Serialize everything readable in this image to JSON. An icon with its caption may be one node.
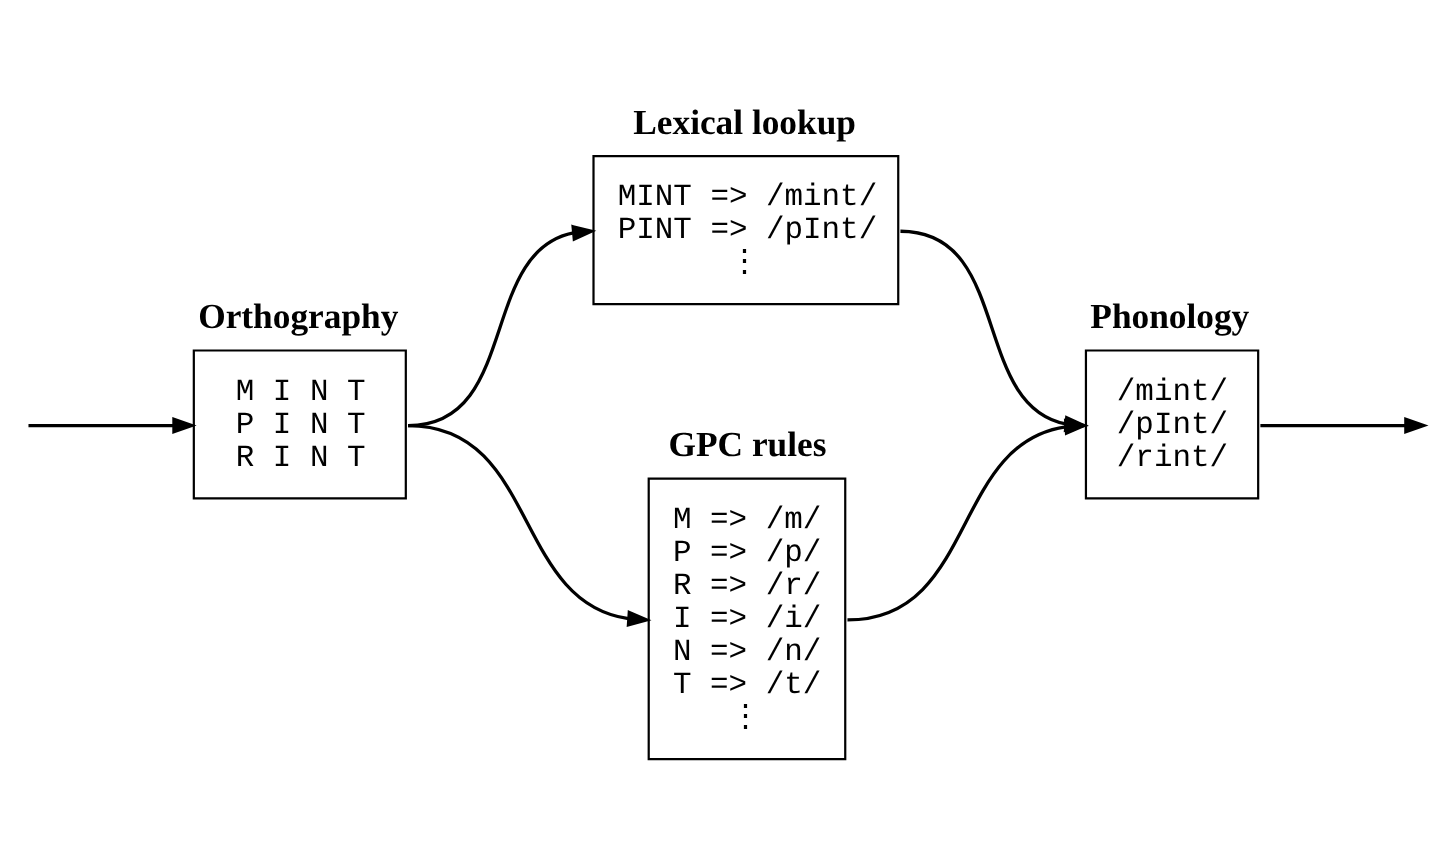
{
  "diagram": {
    "nodes": [
      {
        "text": [
          "Orthography",
          "M I N T",
          "P I N T",
          "R I N T"
        ]
      },
      {
        "text": [
          "Lexical lookup",
          "MINT => /mint/",
          "PINT => /pInt/",
          "⋮"
        ]
      },
      {
        "text": [
          "GPC rules",
          "M => /m/",
          "P => /p/",
          "R => /r/",
          "I => /i/",
          "N => /n/",
          "T => /t/",
          "⋮"
        ]
      },
      {
        "text": [
          "Phonology",
          "/mint/",
          "/pInt/",
          "/rint/"
        ]
      }
    ],
    "edges": [
      {
        "from": null,
        "to": 0,
        "arrow": "to"
      },
      {
        "from": 0,
        "to": 1,
        "arrow": "to"
      },
      {
        "from": 0,
        "to": 2,
        "arrow": "to"
      },
      {
        "from": 1,
        "to": 3,
        "arrow": "to"
      },
      {
        "from": 2,
        "to": 3,
        "arrow": "to"
      },
      {
        "from": 3,
        "to": null,
        "arrow": "to"
      }
    ]
  }
}
